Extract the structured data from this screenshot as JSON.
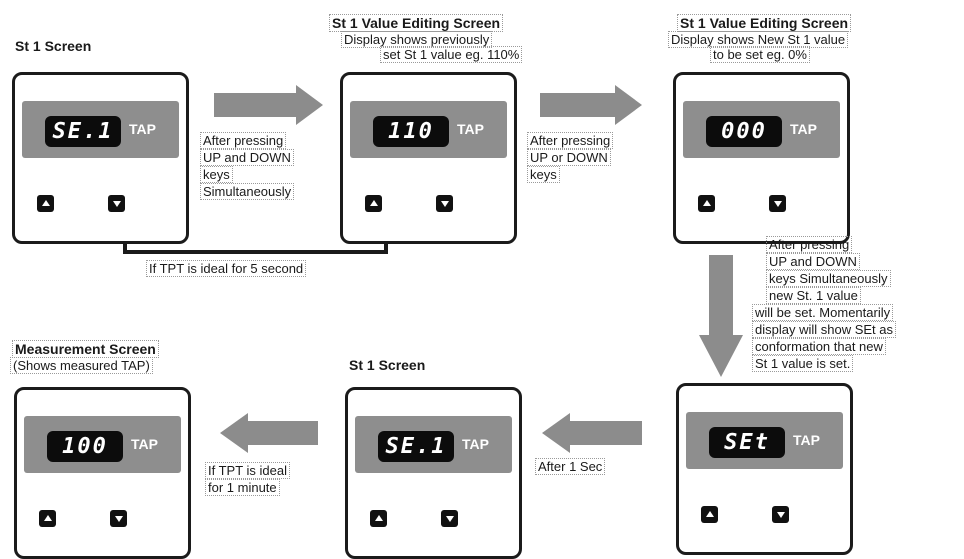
{
  "screens": [
    {
      "title": "St 1  Screen",
      "subtitle": [],
      "display": "SE.1",
      "unit": "TAP"
    },
    {
      "title": "St 1 Value Editing Screen",
      "subtitle": [
        "Display shows previously",
        "set St 1 value eg. 110%"
      ],
      "display": "110",
      "unit": "TAP"
    },
    {
      "title": "St 1 Value Editing Screen",
      "subtitle": [
        "Display shows New St 1 value",
        "to be set eg. 0%"
      ],
      "display": "000",
      "unit": "TAP"
    },
    {
      "title": "SEt",
      "subtitle": [],
      "display": "SEt",
      "unit": "TAP"
    },
    {
      "title": "St 1 Screen",
      "subtitle": [],
      "display": "SE.1",
      "unit": "TAP"
    },
    {
      "title": "Measurement Screen",
      "subtitle": [
        "(Shows measured TAP)"
      ],
      "display": "100",
      "unit": "TAP"
    }
  ],
  "transitions": {
    "t1": [
      "After pressing",
      "UP and DOWN",
      "keys",
      "Simultaneously"
    ],
    "t2": [
      "After pressing",
      "UP or DOWN",
      "keys"
    ],
    "t3": [
      "After pressing",
      "UP and DOWN",
      "keys Simultaneously",
      "new St. 1 value",
      "will be set. Momentarily",
      "display will show SEt as",
      "conformation that new",
      "St 1 value is set."
    ],
    "t4": [
      "After 1 Sec"
    ],
    "t5": [
      "If TPT is ideal",
      "for 1 minute"
    ],
    "back": [
      "If TPT is ideal for 5 second"
    ]
  },
  "colors": {
    "arrow": "#8c8c8c",
    "panel": "#8e8e8e",
    "frame": "#1b1b1b"
  }
}
